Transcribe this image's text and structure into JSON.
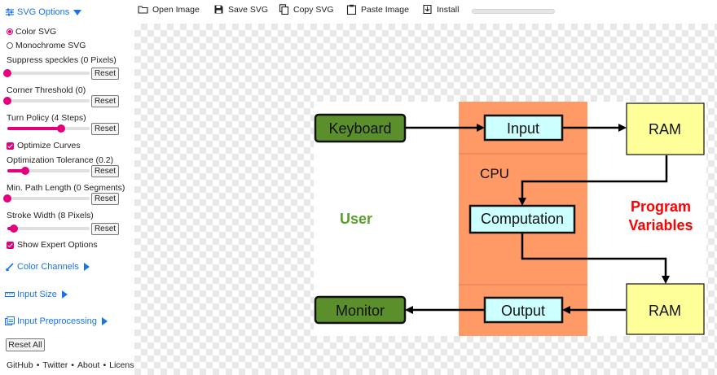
{
  "sidebar": {
    "header_label": "SVG Options",
    "color_svg": "Color SVG",
    "mono_svg": "Monochrome SVG",
    "sliders": [
      {
        "label": "Suppress speckles (0 Pixels)",
        "value": 0.0
      },
      {
        "label": "Corner Threshold (0)",
        "value": 0.0
      },
      {
        "label": "Turn Policy (4 Steps)",
        "value": 0.65
      },
      {
        "label": "Optimization Tolerance (0.2)",
        "value": 0.22
      },
      {
        "label": "Min. Path Length (0 Segments)",
        "value": 0.0
      },
      {
        "label": "Stroke Width (8 Pixels)",
        "value": 0.08
      }
    ],
    "reset_label": "Reset",
    "optimize_curves": "Optimize Curves",
    "show_expert": "Show Expert Options",
    "sections": [
      "Color Channels",
      "Input Size",
      "Input Preprocessing"
    ],
    "reset_all": "Reset All",
    "footer": [
      "GitHub",
      "Twitter",
      "About",
      "License"
    ],
    "footer_sep": "•"
  },
  "toolbar": {
    "open_image": "Open Image",
    "save_svg": "Save SVG",
    "copy_svg": "Copy SVG",
    "paste_image": "Paste Image",
    "install": "Install",
    "progress": 0
  },
  "diagram": {
    "keyboard": "Keyboard",
    "input": "Input",
    "ram_top": "RAM",
    "cpu": "CPU",
    "user": "User",
    "computation": "Computation",
    "program_line1": "Program",
    "program_line2": "Variables",
    "monitor": "Monitor",
    "output": "Output",
    "ram_bottom": "RAM",
    "colors": {
      "cpu_fill": "#ff9966",
      "keyboard_fill": "#5a8f2c",
      "box_fill": "#ccffff",
      "ram_fill": "#ffff99",
      "user_text": "#5a9e2c",
      "program_text": "#ff0000"
    }
  }
}
